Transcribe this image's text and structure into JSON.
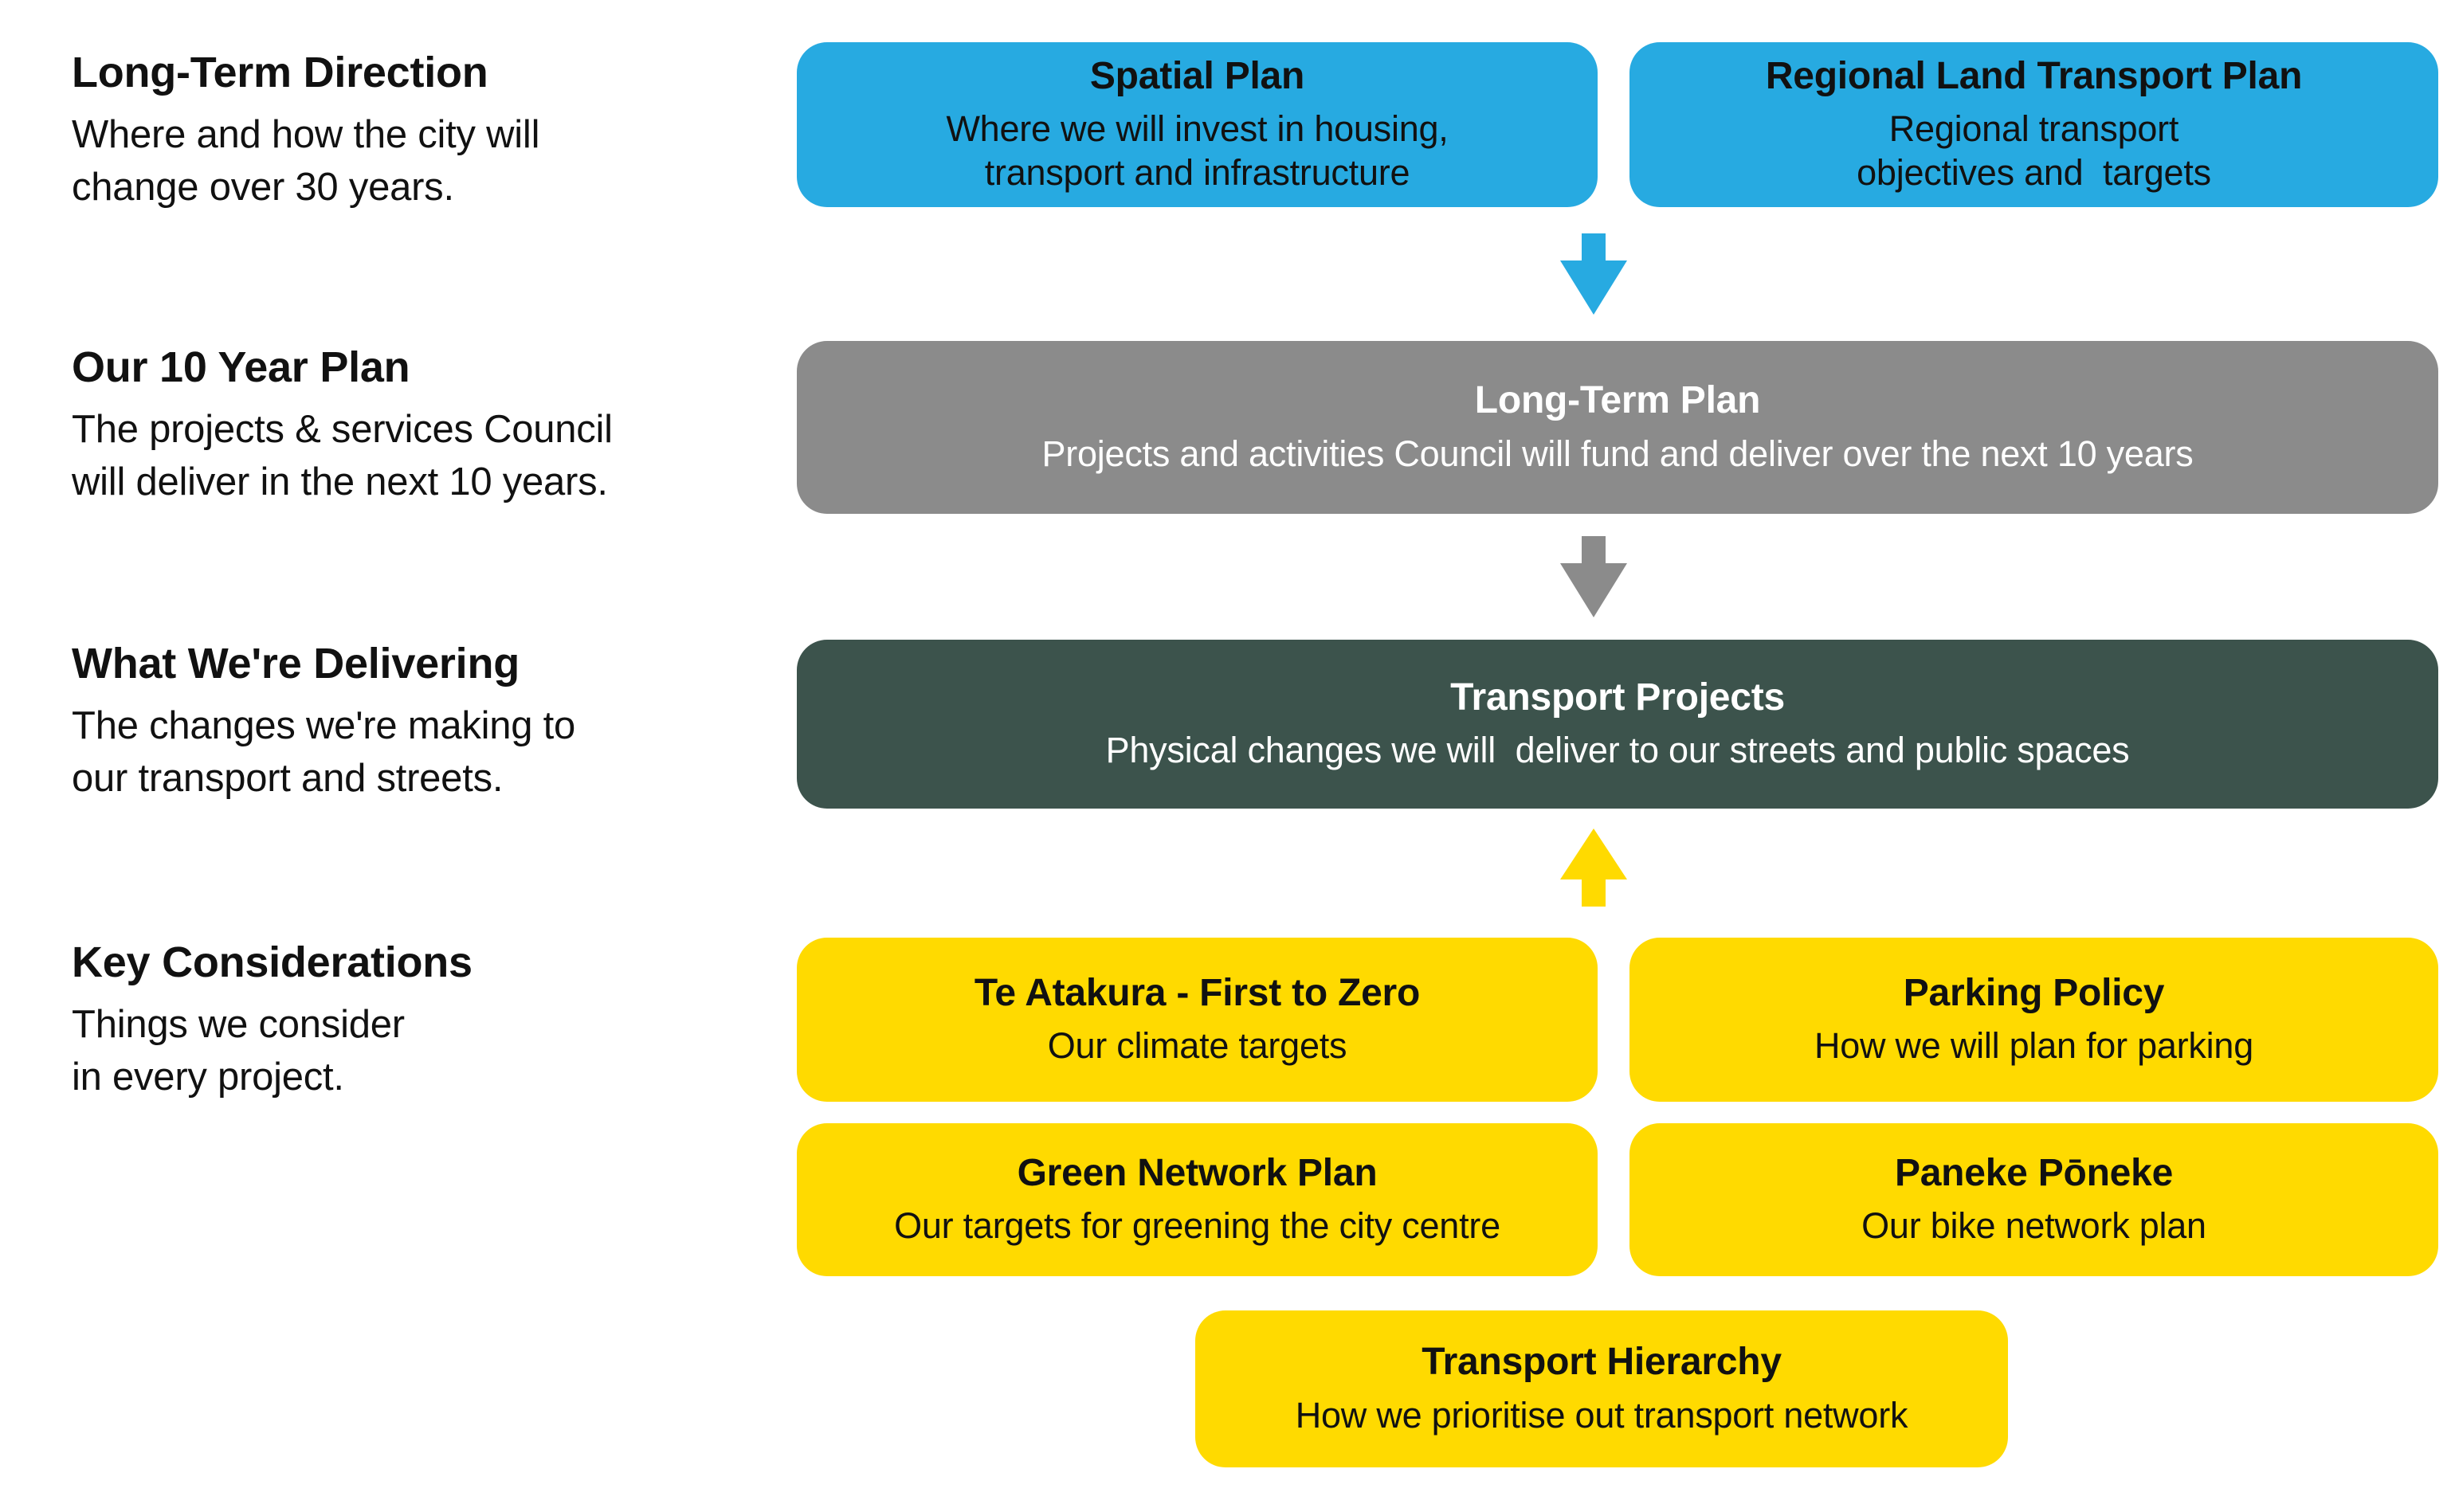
{
  "colors": {
    "background": "#FFFFFF",
    "blue": "#27AAE1",
    "gray": "#8B8B8B",
    "dark_green": "#3C534C",
    "yellow": "#FFDA00",
    "text_dark": "#111111",
    "text_light": "#FFFFFF"
  },
  "left_labels": [
    {
      "title": "Long-Term Direction",
      "description": "Where and how the city will\nchange over 30 years."
    },
    {
      "title": "Our 10 Year Plan",
      "description": "The projects & services Council\nwill deliver in the next 10 years."
    },
    {
      "title": "What We're Delivering",
      "description": "The changes we're making to\nour transport and streets."
    },
    {
      "title": "Key Considerations",
      "description": "Things we consider\nin every project."
    }
  ],
  "flow": {
    "top_row": [
      {
        "title": "Spatial Plan",
        "subtitle": "Where we will invest in housing,\ntransport and infrastructure"
      },
      {
        "title": "Regional Land Transport Plan",
        "subtitle": "Regional transport\nobjectives and  targets"
      }
    ],
    "long_term_plan": {
      "title": "Long-Term Plan",
      "subtitle": "Projects and activities Council will fund and deliver over the next 10 years"
    },
    "transport_projects": {
      "title": "Transport Projects",
      "subtitle": "Physical changes we will  deliver to our streets and public spaces"
    },
    "considerations": [
      {
        "title": "Te Atakura - First to Zero",
        "subtitle": "Our climate targets"
      },
      {
        "title": "Parking Policy",
        "subtitle": "How we will plan for parking"
      },
      {
        "title": "Green Network Plan",
        "subtitle": "Our targets for greening the city centre"
      },
      {
        "title": "Paneke Pōneke",
        "subtitle": "Our bike network plan"
      }
    ],
    "transport_hierarchy": {
      "title": "Transport Hierarchy",
      "subtitle": "How we prioritise out transport network"
    }
  },
  "arrows": {
    "top_to_ltp": {
      "icon": "down-arrow",
      "color": "#27AAE1"
    },
    "ltp_to_projects": {
      "icon": "down-arrow",
      "color": "#8B8B8B"
    },
    "considerations_to_projects": {
      "icon": "up-arrow",
      "color": "#FFDA00"
    }
  }
}
